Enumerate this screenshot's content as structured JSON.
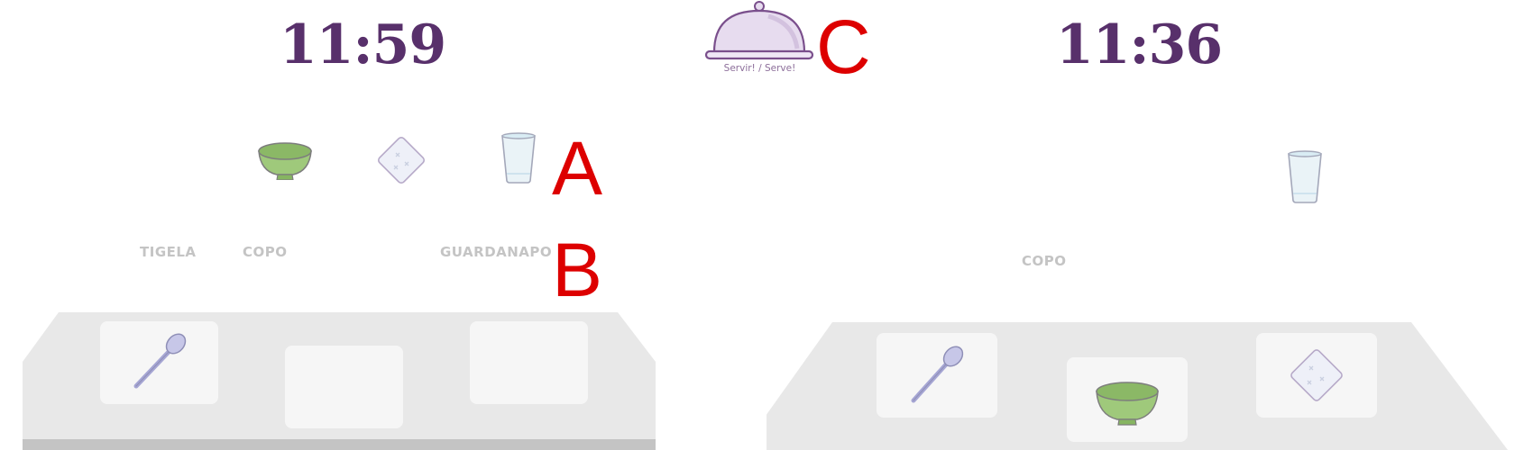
{
  "left_screen": {
    "timer": "11:59",
    "floating_items": [
      {
        "icon": "bowl-icon"
      },
      {
        "icon": "napkin-icon"
      },
      {
        "icon": "glass-icon"
      }
    ],
    "word_labels": [
      "TIGELA",
      "COPO",
      "GUARDANAPO"
    ],
    "tray_cards": [
      {
        "icon": "spoon-icon"
      },
      {
        "icon": ""
      },
      {
        "icon": ""
      }
    ]
  },
  "right_screen": {
    "timer": "11:36",
    "floating_items": [
      {
        "icon": "glass-icon"
      }
    ],
    "word_labels": [
      "COPO"
    ],
    "tray_cards": [
      {
        "icon": "spoon-icon"
      },
      {
        "icon": "bowl-icon"
      },
      {
        "icon": "napkin-icon"
      }
    ]
  },
  "serve_button": {
    "caption": "Servir! / Serve!",
    "icon": "cloche-icon"
  },
  "annotations": {
    "a": "A",
    "b": "B",
    "c": "C"
  },
  "colors": {
    "timer": "#58306b",
    "label": "#c4c4c4",
    "tray": "#e8e8e8",
    "card": "#f6f6f6",
    "annotation": "#dd0000",
    "bowl": "#9fc97b",
    "cloche": "#e7dcef"
  }
}
